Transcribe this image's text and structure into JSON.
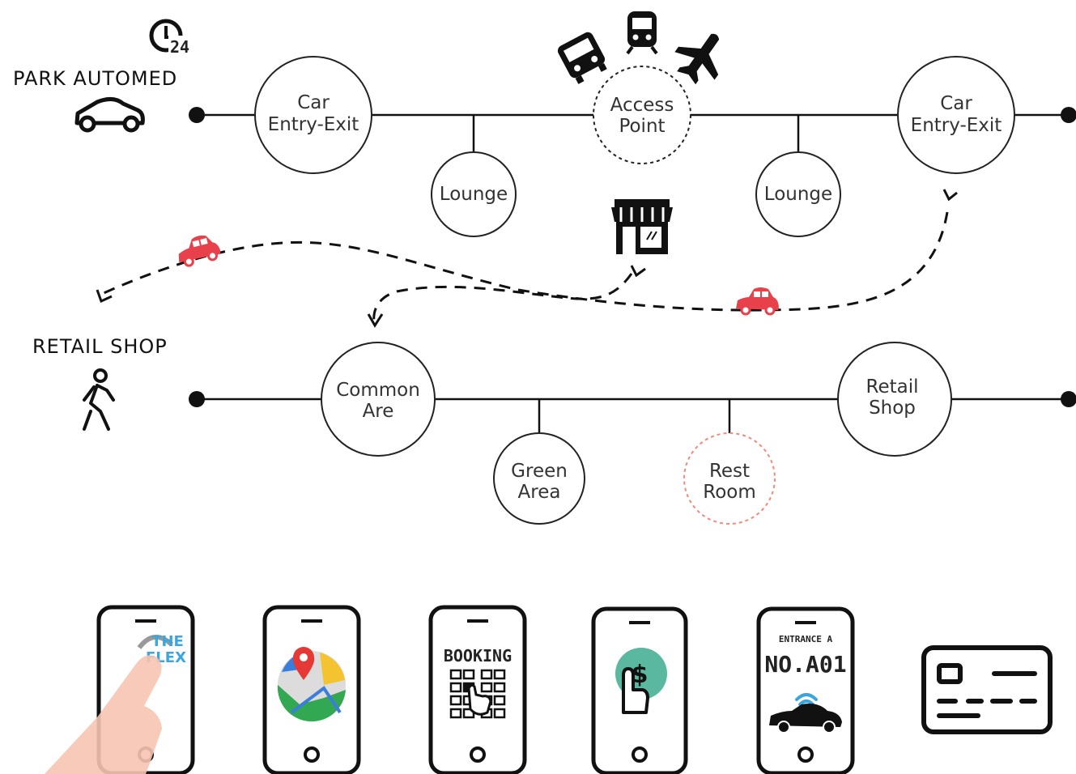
{
  "colors": {
    "ink": "#111111",
    "accent_red": "#e8414b",
    "rest_dashed": "#f08a7a",
    "teal": "#5bb8a0",
    "flex_blue": "#3aa6e0",
    "hand": "#f6c4b2"
  },
  "park": {
    "title": "PARK AUTOMED",
    "clock_label": "24"
  },
  "retail": {
    "title": "RETAIL SHOP"
  },
  "top_nodes": {
    "car_entry_left": [
      "Car",
      "Entry-Exit"
    ],
    "lounge_left": "Lounge",
    "access_point": [
      "Access",
      "Point"
    ],
    "lounge_right": "Lounge",
    "car_entry_right": [
      "Car",
      "Entry-Exit"
    ]
  },
  "bottom_nodes": {
    "common": [
      "Common",
      "Are"
    ],
    "green": [
      "Green",
      "Area"
    ],
    "rest": [
      "Rest",
      "Room"
    ],
    "retail_shop": [
      "Retail",
      "Shop"
    ]
  },
  "phones": {
    "flex": [
      "THE",
      "FLEX"
    ],
    "booking": "BOOKING",
    "pay_symbol": "$",
    "entrance": "ENTRANCE A",
    "slot": "NO.A01"
  },
  "icons": [
    "clock-24-icon",
    "car-outline-icon",
    "bus-icon",
    "train-icon",
    "plane-icon",
    "store-icon",
    "red-car-icon",
    "walking-person-icon",
    "map-pin-icon",
    "card-icon"
  ]
}
